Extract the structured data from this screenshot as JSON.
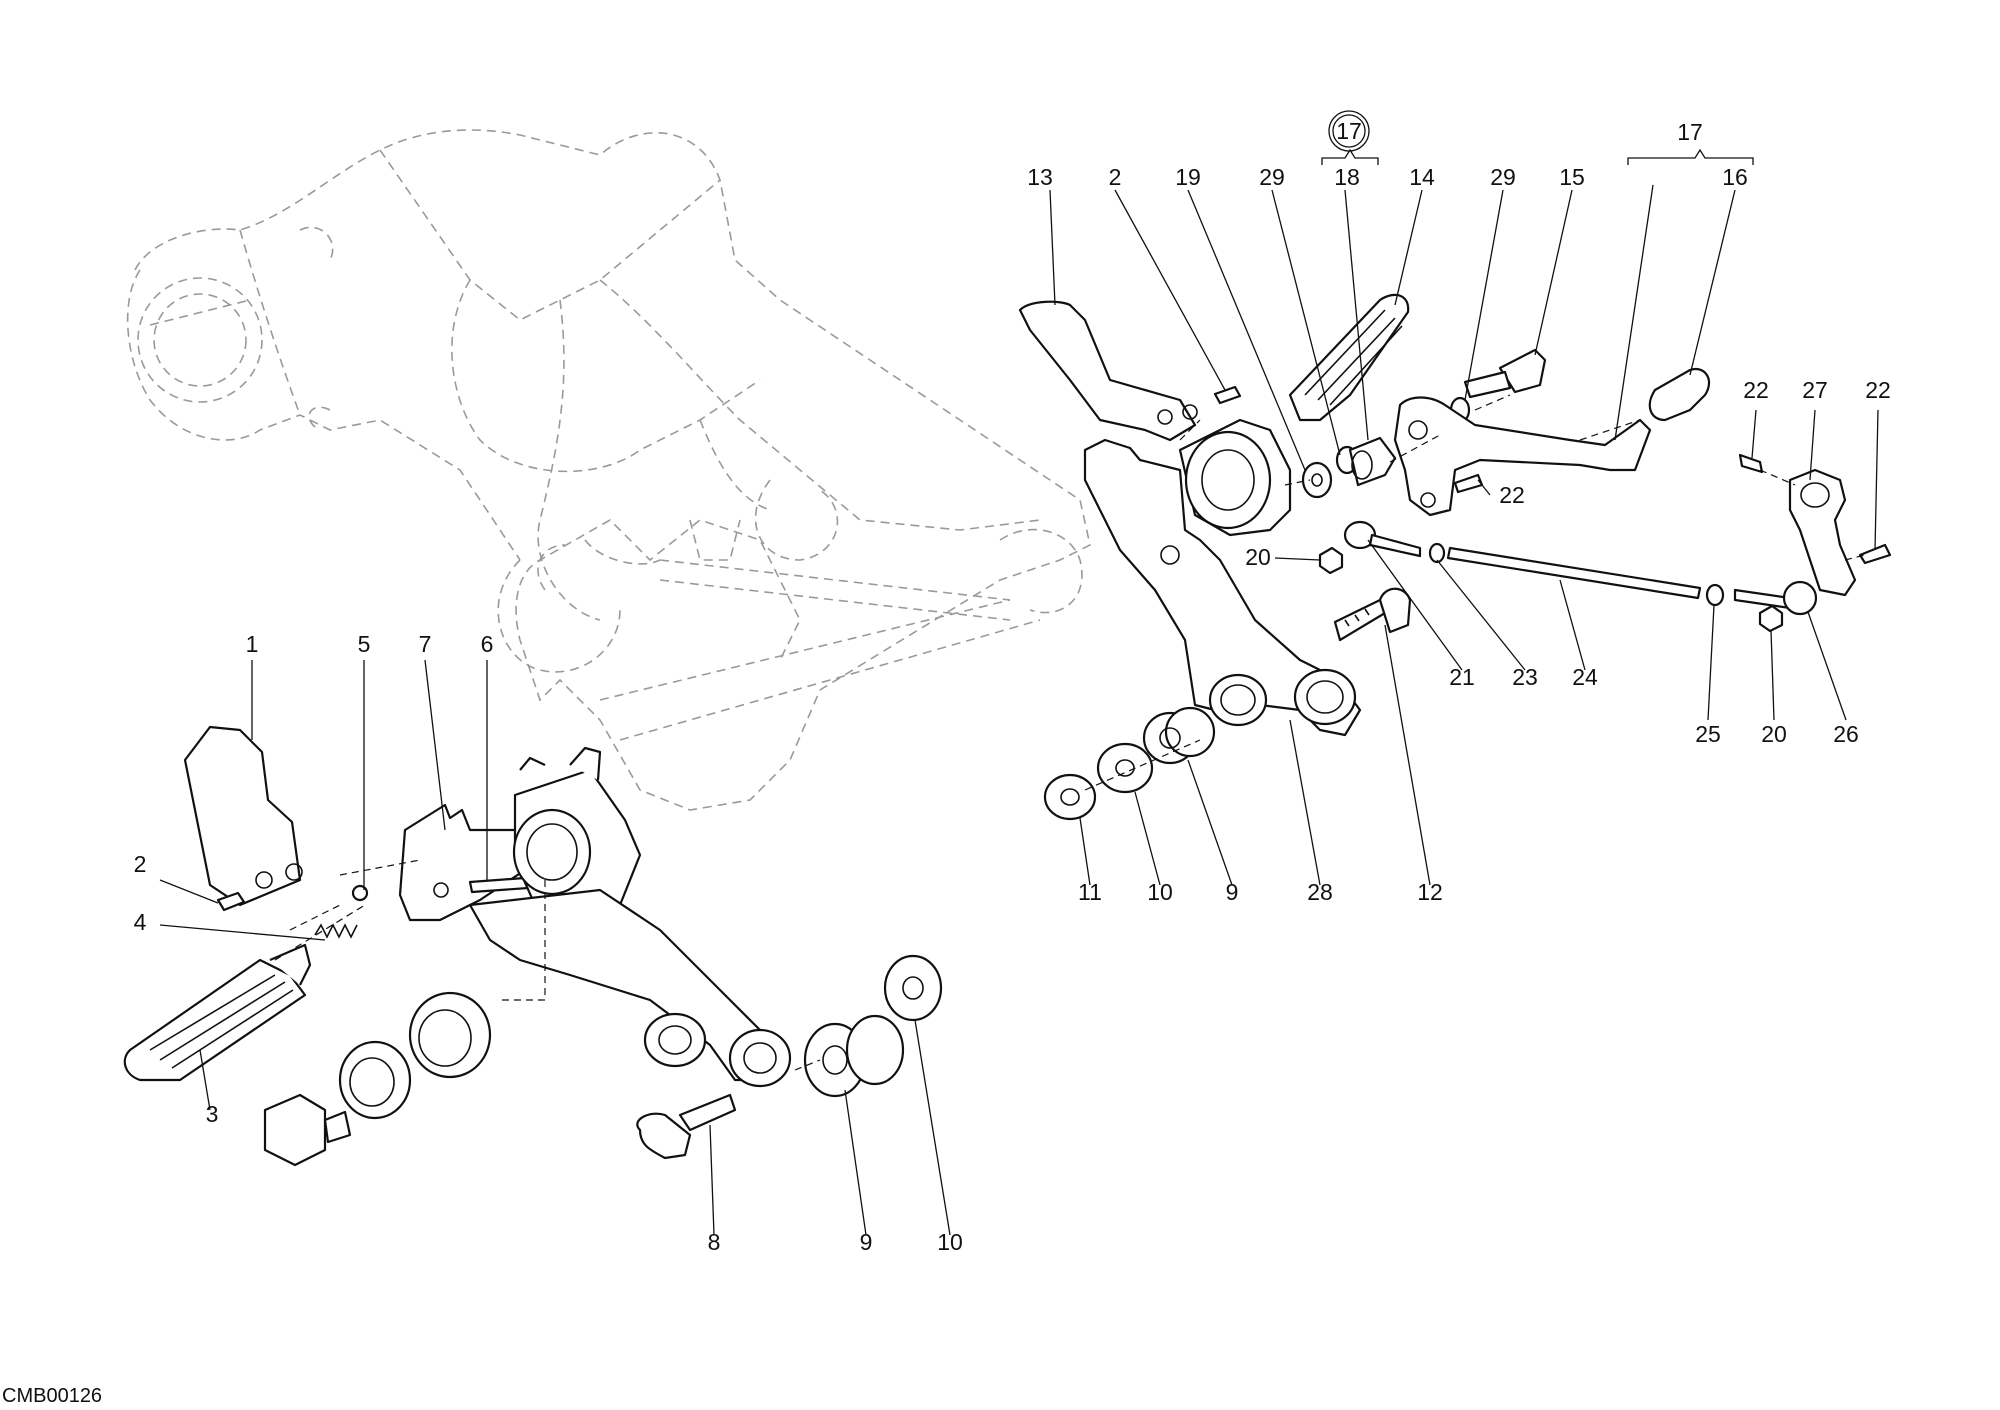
{
  "drawing_code": "CMB00126",
  "callouts": {
    "c1": "1",
    "c2a": "2",
    "c3": "3",
    "c4": "4",
    "c5": "5",
    "c6": "6",
    "c7": "7",
    "c8": "8",
    "c9a": "9",
    "c10a": "10",
    "c11": "11",
    "c10b": "10",
    "c9b": "9",
    "c28": "28",
    "c12": "12",
    "c13": "13",
    "c2b": "2",
    "c19": "19",
    "c29a": "29",
    "c18": "18",
    "c14": "14",
    "c29b": "29",
    "c15": "15",
    "c16": "16",
    "c17top": "17",
    "c17circ": "17",
    "c22a": "22",
    "c27": "27",
    "c22b": "22",
    "c22c": "22",
    "c20a": "20",
    "c21": "21",
    "c23": "23",
    "c24": "24",
    "c25": "25",
    "c20b": "20",
    "c26": "26"
  }
}
